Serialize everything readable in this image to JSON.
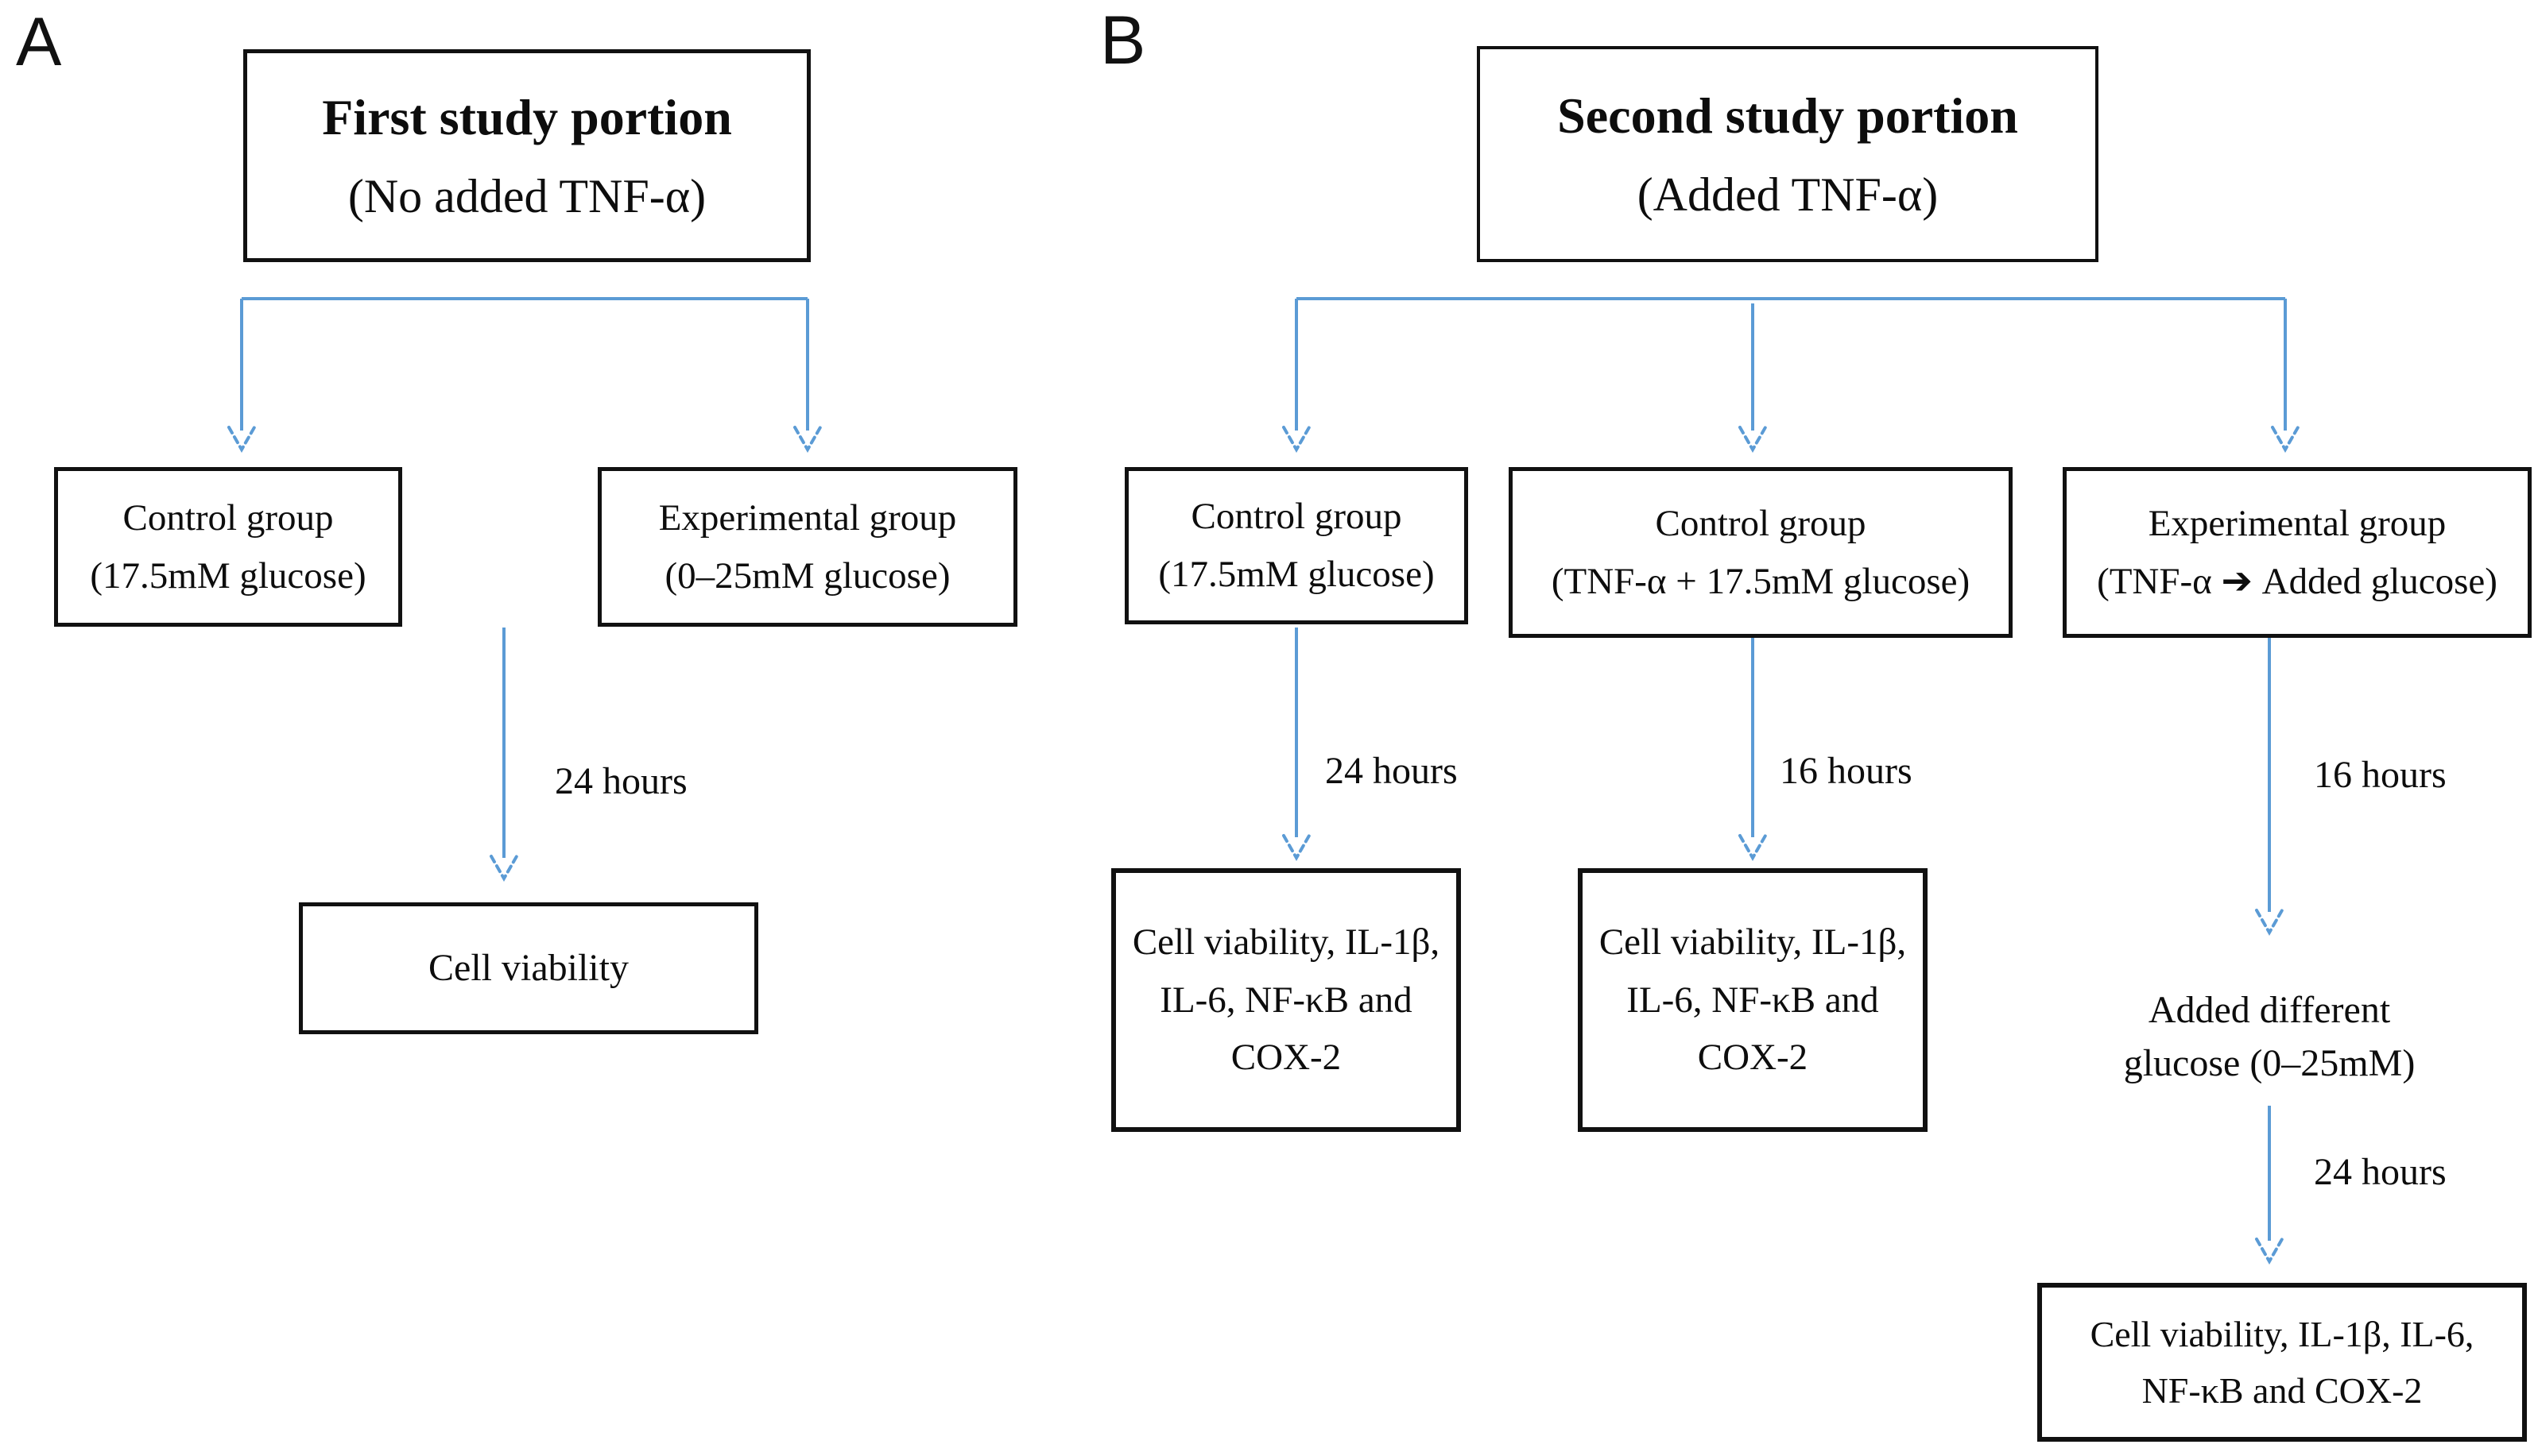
{
  "figure": {
    "type": "flowchart",
    "description": "Two-panel study design flow diagram"
  },
  "colors": {
    "arrow_blue": "#5b9bd5",
    "box_border": "#111111",
    "text": "#0d0d0d",
    "background": "#ffffff"
  },
  "panel_a": {
    "label": "A",
    "title_line1": "First study portion",
    "title_line2": "(No added TNF-α)",
    "control_group_line1": "Control group",
    "control_group_line2": "(17.5mM glucose)",
    "experimental_group_line1": "Experimental group",
    "experimental_group_line2": "(0–25mM glucose)",
    "incubation_label": "24 hours",
    "outcome": "Cell viability"
  },
  "panel_b": {
    "label": "B",
    "title_line1": "Second study portion",
    "title_line2": "(Added TNF-α)",
    "control_group1_line1": "Control group",
    "control_group1_line2": "(17.5mM glucose)",
    "control_group2_line1": "Control group",
    "control_group2_line2": "(TNF-α + 17.5mM glucose)",
    "experimental_group_line1": "Experimental group",
    "experimental_group_line2": "(TNF-α ➔ Added glucose)",
    "branch1_incubation_label": "24 hours",
    "branch2_incubation_label": "16 hours",
    "branch3_incubation_label1": "16 hours",
    "branch3_step_line1": "Added different",
    "branch3_step_line2": "glucose (0–25mM)",
    "branch3_incubation_label2": "24 hours",
    "outcome1_line1": "Cell viability, IL-1β,",
    "outcome1_line2": "IL-6, NF-κB and",
    "outcome1_line3": "COX-2",
    "outcome2_line1": "Cell viability, IL-1β,",
    "outcome2_line2": "IL-6, NF-κB and",
    "outcome2_line3": "COX-2",
    "outcome3_line1": "Cell viability, IL-1β, IL-6,",
    "outcome3_line2": "NF-κB and COX-2"
  }
}
